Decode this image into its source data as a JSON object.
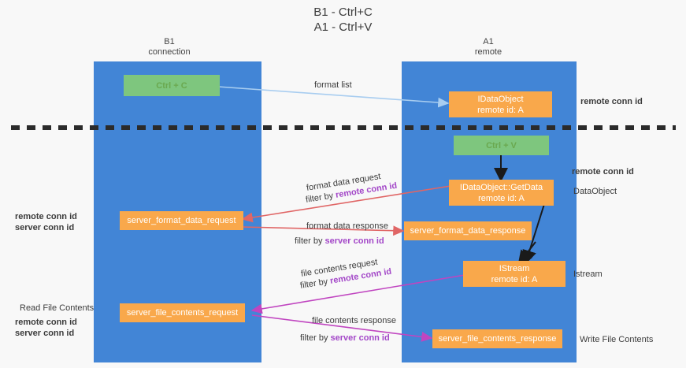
{
  "title": {
    "line1": "B1 - Ctrl+C",
    "line2": "A1 - Ctrl+V"
  },
  "lanes": [
    {
      "id": "b1",
      "header_line1": "B1",
      "header_line2": "connection",
      "color": "#4285d6"
    },
    {
      "id": "a1",
      "header_line1": "A1",
      "header_line2": "remote",
      "color": "#4285d6"
    }
  ],
  "nodes": {
    "ctrl_c": {
      "label": "Ctrl + C",
      "color": "#7ec67e"
    },
    "idataobject": {
      "label": "IDataObject",
      "sub": "remote id: A",
      "color": "#f9a84b"
    },
    "ctrl_v": {
      "label": "Ctrl + V",
      "color": "#7ec67e"
    },
    "getdata": {
      "label": "IDataObject::GetData",
      "sub": "remote id: A",
      "color": "#f9a84b"
    },
    "server_format_data_request": {
      "label": "server_format_data_request",
      "color": "#f9a84b"
    },
    "server_format_data_response": {
      "label": "server_format_data_response",
      "color": "#f9a84b"
    },
    "istream": {
      "label": "IStream",
      "sub": "remote id: A",
      "color": "#f9a84b"
    },
    "server_file_contents_request": {
      "label": "server_file_contents_request",
      "color": "#f9a84b"
    },
    "server_file_contents_response": {
      "label": "server_file_contents_response",
      "color": "#f9a84b"
    }
  },
  "edge_labels": {
    "format_list": "format list",
    "format_data_request": "format data request",
    "format_data_request_filter_prefix": "filter by ",
    "format_data_request_filter_key": "remote conn id",
    "format_data_response": "format data response",
    "format_data_response_filter_prefix": "filter by ",
    "format_data_response_filter_key": "server conn id",
    "file_contents_request": "file contents request",
    "file_contents_request_filter_prefix": "filter by ",
    "file_contents_request_filter_key": "remote conn id",
    "file_contents_response": "file contents response",
    "file_contents_response_filter_prefix": "filter by ",
    "file_contents_response_filter_key": "server conn id"
  },
  "right_labels": {
    "remote_conn_id_top": "remote conn id",
    "remote_conn_id_mid": "remote conn id",
    "dataobject": "DataObject",
    "istream": "Istream",
    "write_file_contents": "Write File Contents"
  },
  "left_labels": {
    "remote_conn_id": "remote conn id",
    "server_conn_id": "server conn id",
    "read_file_contents": "Read File Contents",
    "remote_conn_id_2": "remote conn id",
    "server_conn_id_2": "server conn id"
  },
  "colors": {
    "lane": "#4285d6",
    "node_orange": "#f9a84b",
    "node_green": "#7ec67e",
    "arrow_light_blue": "#a8cdf0",
    "arrow_red": "#e06666",
    "arrow_magenta": "#c045c0",
    "arrow_black": "#1a1a1a",
    "key_purple": "#a347c8",
    "key_green": "#6aa84f",
    "divider": "#2b2b2b",
    "background": "#f8f8f8"
  }
}
